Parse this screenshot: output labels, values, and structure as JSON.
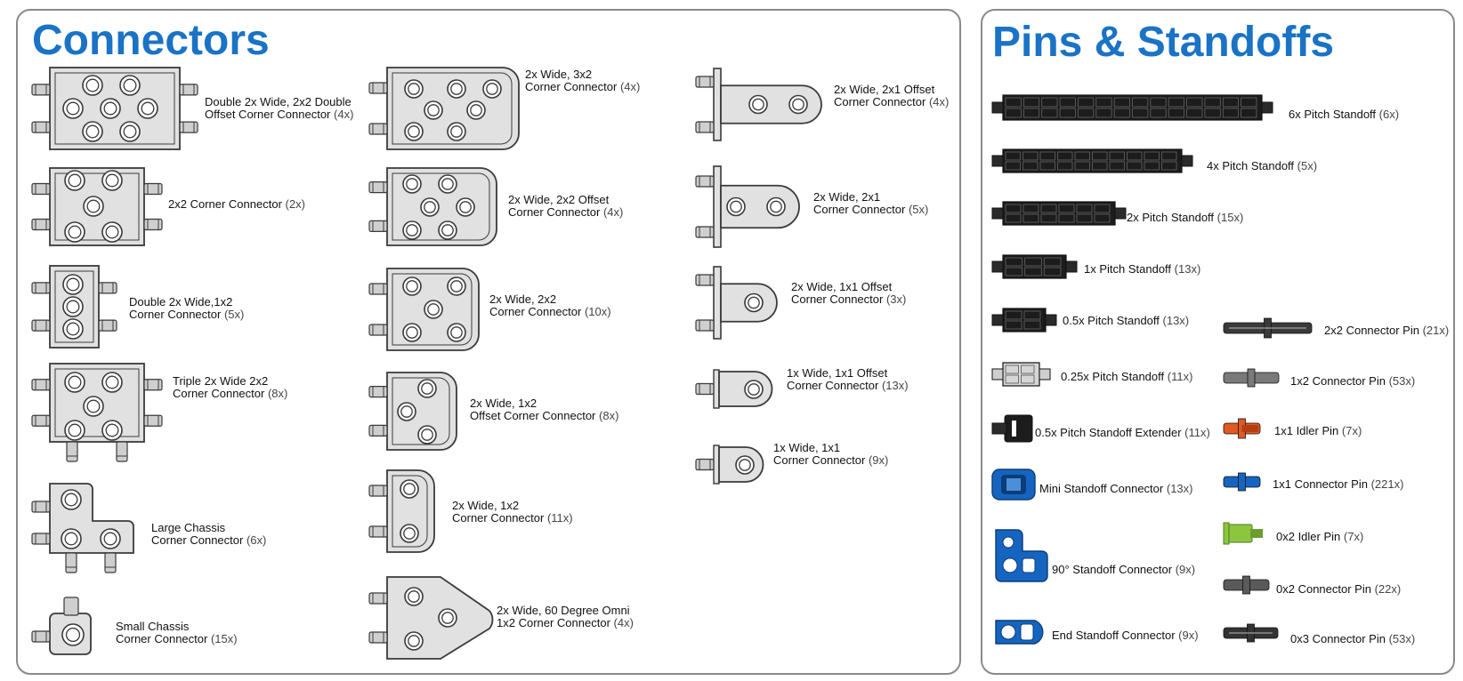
{
  "colors": {
    "title": "#1a73c5",
    "frame": "#8a8a8a",
    "part_fill": "#e1e1e1",
    "part_stroke": "#3a3a3a",
    "standoff": "#1c1c1c",
    "blue_part": "#1565c0",
    "idler_orange": "#e05a24",
    "idler_green": "#8cc63f"
  },
  "connectors": {
    "title": "Connectors",
    "items": [
      {
        "l1": "Double 2x Wide, 2x2 Double",
        "l2": "Offset Corner Connector",
        "qty": "(4x)",
        "icon": "double-2x2-double-offset-corner-connector-icon"
      },
      {
        "l1": "2x2 Corner Connector",
        "qty": "(2x)",
        "icon": "2x2-corner-connector-icon"
      },
      {
        "l1": "Double 2x Wide,1x2",
        "l2": "Corner Connector",
        "qty": "(5x)",
        "icon": "double-2x-wide-1x2-corner-connector-icon"
      },
      {
        "l1": "Triple 2x Wide 2x2",
        "l2": "Corner Connector",
        "qty": "(8x)",
        "icon": "triple-2x-wide-2x2-corner-connector-icon"
      },
      {
        "l1": "Large Chassis",
        "l2": "Corner Connector",
        "qty": "(6x)",
        "icon": "large-chassis-corner-connector-icon"
      },
      {
        "l1": "Small Chassis",
        "l2": "Corner Connector",
        "qty": "(15x)",
        "icon": "small-chassis-corner-connector-icon"
      },
      {
        "l1": "2x Wide, 3x2",
        "l2": "Corner Connector",
        "qty": "(4x)",
        "icon": "2x-wide-3x2-corner-connector-icon"
      },
      {
        "l1": "2x Wide, 2x2 Offset",
        "l2": "Corner Connector",
        "qty": "(4x)",
        "icon": "2x-wide-2x2-offset-corner-connector-icon"
      },
      {
        "l1": "2x Wide, 2x2",
        "l2": "Corner Connector",
        "qty": "(10x)",
        "icon": "2x-wide-2x2-corner-connector-icon"
      },
      {
        "l1": "2x Wide, 1x2",
        "l2": "Offset Corner Connector",
        "qty": "(8x)",
        "icon": "2x-wide-1x2-offset-corner-connector-icon"
      },
      {
        "l1": "2x Wide, 1x2",
        "l2": "Corner Connector",
        "qty": "(11x)",
        "icon": "2x-wide-1x2-corner-connector-icon"
      },
      {
        "l1": "2x Wide, 60 Degree Omni",
        "l2": "1x2 Corner Connector",
        "qty": "(4x)",
        "icon": "2x-wide-60-degree-omni-corner-connector-icon"
      },
      {
        "l1": "2x Wide, 2x1 Offset",
        "l2": "Corner Connector",
        "qty": "(4x)",
        "icon": "2x-wide-2x1-offset-corner-connector-icon"
      },
      {
        "l1": "2x Wide, 2x1",
        "l2": "Corner Connector",
        "qty": "(5x)",
        "icon": "2x-wide-2x1-corner-connector-icon"
      },
      {
        "l1": "2x Wide, 1x1 Offset",
        "l2": "Corner Connector",
        "qty": "(3x)",
        "icon": "2x-wide-1x1-offset-corner-connector-icon"
      },
      {
        "l1": "1x Wide, 1x1 Offset",
        "l2": "Corner Connector",
        "qty": "(13x)",
        "icon": "1x-wide-1x1-offset-corner-connector-icon"
      },
      {
        "l1": "1x Wide, 1x1",
        "l2": "Corner Connector",
        "qty": "(9x)",
        "icon": "1x-wide-1x1-corner-connector-icon"
      }
    ]
  },
  "pins": {
    "title": "Pins & Standoffs",
    "items": [
      {
        "l1": "6x Pitch Standoff",
        "qty": "(6x)",
        "icon": "6x-pitch-standoff-icon"
      },
      {
        "l1": "4x Pitch Standoff",
        "qty": "(5x)",
        "icon": "4x-pitch-standoff-icon"
      },
      {
        "l1": "2x Pitch Standoff",
        "qty": "(15x)",
        "icon": "2x-pitch-standoff-icon"
      },
      {
        "l1": "1x Pitch Standoff",
        "qty": "(13x)",
        "icon": "1x-pitch-standoff-icon"
      },
      {
        "l1": "0.5x Pitch Standoff",
        "qty": "(13x)",
        "icon": "0-5x-pitch-standoff-icon"
      },
      {
        "l1": "0.25x Pitch Standoff",
        "qty": "(11x)",
        "icon": "0-25x-pitch-standoff-icon"
      },
      {
        "l1": "0.5x Pitch Standoff Extender",
        "qty": "(11x)",
        "icon": "0-5x-pitch-standoff-extender-icon"
      },
      {
        "l1": "Mini Standoff Connector",
        "qty": "(13x)",
        "icon": "mini-standoff-connector-icon"
      },
      {
        "l1": "90° Standoff Connector",
        "qty": "(9x)",
        "icon": "90-degree-standoff-connector-icon"
      },
      {
        "l1": "End Standoff Connector",
        "qty": "(9x)",
        "icon": "end-standoff-connector-icon"
      },
      {
        "l1": "2x2 Connector Pin",
        "qty": "(21x)",
        "icon": "2x2-connector-pin-icon"
      },
      {
        "l1": "1x2 Connector Pin",
        "qty": "(53x)",
        "icon": "1x2-connector-pin-icon"
      },
      {
        "l1": "1x1 Idler Pin",
        "qty": "(7x)",
        "icon": "1x1-idler-pin-icon"
      },
      {
        "l1": "1x1 Connector Pin",
        "qty": "(221x)",
        "icon": "1x1-connector-pin-icon"
      },
      {
        "l1": "0x2 Idler Pin",
        "qty": "(7x)",
        "icon": "0x2-idler-pin-icon"
      },
      {
        "l1": "0x2 Connector Pin",
        "qty": "(22x)",
        "icon": "0x2-connector-pin-icon"
      },
      {
        "l1": "0x3 Connector Pin",
        "qty": "(53x)",
        "icon": "0x3-connector-pin-icon"
      }
    ]
  }
}
